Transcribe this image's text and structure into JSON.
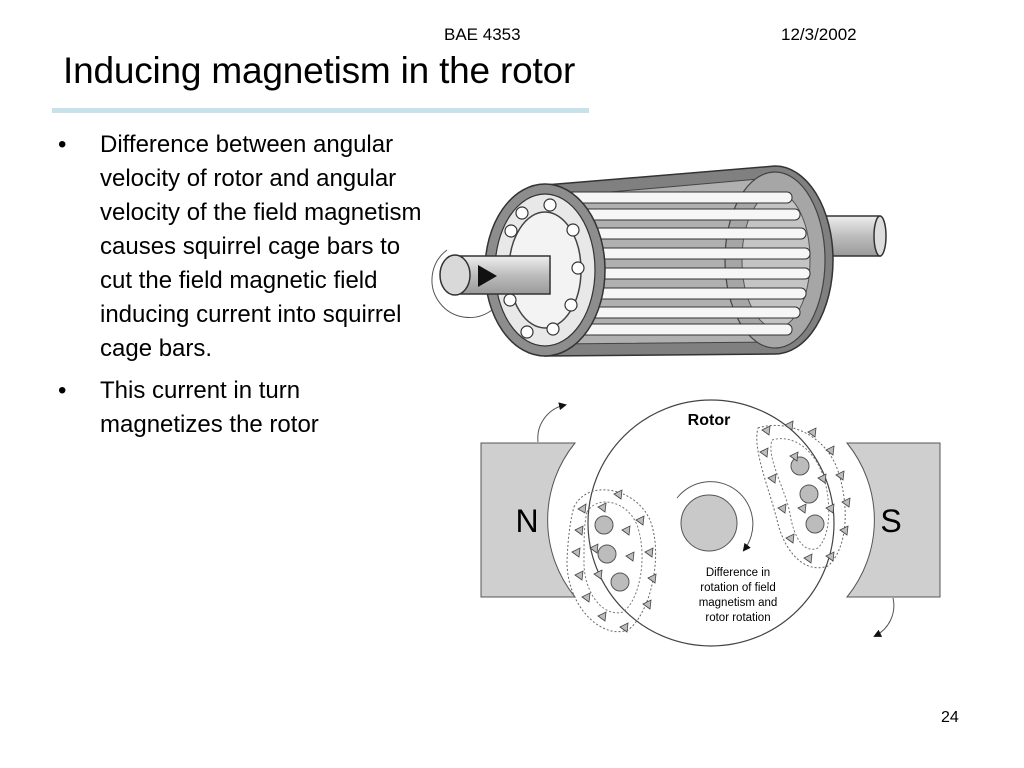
{
  "header": {
    "course": "BAE 4353",
    "date": "12/3/2002"
  },
  "slide": {
    "title": "Inducing magnetism in the rotor",
    "bullets": [
      {
        "marker": "•",
        "text": "Difference between angular velocity of rotor and angular velocity of the field magnetism causes squirrel cage bars to cut the field magnetic field inducing current into squirrel cage bars."
      },
      {
        "marker": "•",
        "text": "This current in turn magnetizes the rotor"
      }
    ],
    "page_number": "24"
  },
  "diagram": {
    "rotor_label": "Rotor",
    "north_label": "N",
    "south_label": "S",
    "caption_lines": [
      "Difference in",
      "rotation of field",
      "magnetism and",
      "rotor rotation"
    ]
  }
}
